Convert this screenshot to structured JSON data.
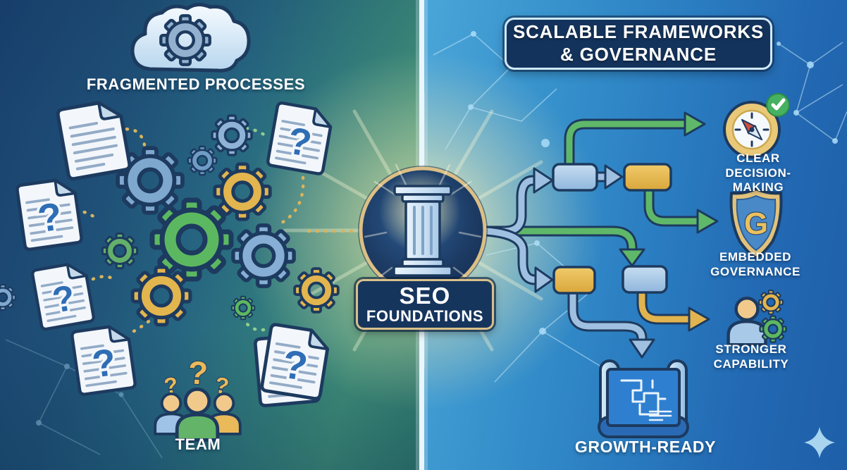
{
  "left": {
    "title": "FRAGMENTED PROCESSES",
    "team_label": "TEAM"
  },
  "center": {
    "badge_title": "SEO",
    "badge_subtitle": "FOUNDATIONS"
  },
  "right": {
    "title": "SCALABLE FRAMEWORKS\n& GOVERNANCE",
    "outcomes": [
      {
        "label": "CLEAR\nDECISION-MAKING"
      },
      {
        "label": "EMBEDDED\nGOVERNANCE"
      },
      {
        "label": "STRONGER\nCAPABILITY"
      }
    ],
    "growth_label": "GROWTH-READY",
    "shield_letter": "G"
  },
  "glyphs": {
    "question_mark": "?"
  },
  "colors": {
    "navy_outline": "#1d3a5f",
    "accent_gold": "#e3b54e",
    "accent_green": "#5cb860",
    "accent_blue": "#9fc0e0",
    "panel_left_deep": "#19416f",
    "panel_left_teal": "#3f8e78",
    "panel_right_light": "#4aa5d8",
    "panel_right_deep": "#1e5fa8",
    "badge_navy": "#16355d",
    "badge_gold_border": "#d9c08a",
    "title_border_light": "#cfe9fa"
  }
}
